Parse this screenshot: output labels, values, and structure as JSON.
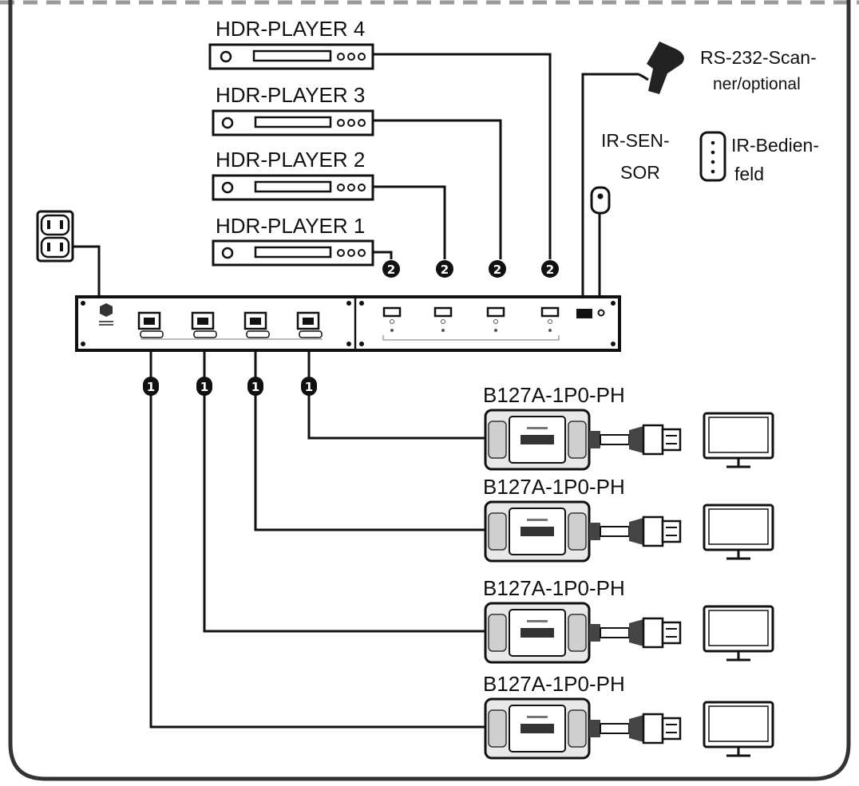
{
  "players": [
    {
      "label": "HDR-PLAYER 4"
    },
    {
      "label": "HDR-PLAYER 3"
    },
    {
      "label": "HDR-PLAYER 2"
    },
    {
      "label": "HDR-PLAYER 1"
    }
  ],
  "scanner": {
    "label_line1": "RS-232-Scan-",
    "label_line2": "ner/optional",
    "icon": "barcode-scanner-icon"
  },
  "ir_sensor": {
    "label_line1": "IR-SEN-",
    "label_line2": "SOR",
    "icon": "ir-sensor-icon"
  },
  "ir_panel": {
    "label_line1": "IR-Bedien-",
    "label_line2": "feld",
    "icon": "ir-remote-icon"
  },
  "power": {
    "icon": "power-outlet-icon"
  },
  "receivers": [
    {
      "label": "B127A-1P0-PH"
    },
    {
      "label": "B127A-1P0-PH"
    },
    {
      "label": "B127A-1P0-PH"
    },
    {
      "label": "B127A-1P0-PH"
    }
  ],
  "badges": {
    "output": "1",
    "input": "2"
  },
  "colors": {
    "line": "#111111",
    "frame": "#333333",
    "dash": "#9a9a9a",
    "device_fill": "#e8e8e8"
  }
}
